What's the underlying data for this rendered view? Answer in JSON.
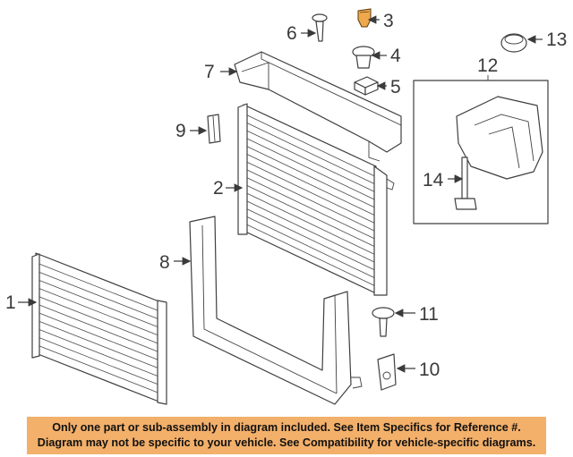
{
  "callouts": [
    {
      "id": "1",
      "label": "1"
    },
    {
      "id": "2",
      "label": "2"
    },
    {
      "id": "3",
      "label": "3"
    },
    {
      "id": "4",
      "label": "4"
    },
    {
      "id": "5",
      "label": "5"
    },
    {
      "id": "6",
      "label": "6"
    },
    {
      "id": "7",
      "label": "7"
    },
    {
      "id": "8",
      "label": "8"
    },
    {
      "id": "9",
      "label": "9"
    },
    {
      "id": "10",
      "label": "10"
    },
    {
      "id": "11",
      "label": "11"
    },
    {
      "id": "12",
      "label": "12"
    },
    {
      "id": "13",
      "label": "13"
    },
    {
      "id": "14",
      "label": "14"
    }
  ],
  "highlight_color": "#f0a84d",
  "disclaimer": {
    "line1": "Only one part or sub-assembly in diagram included. See Item Specifics for Reference #.",
    "line2": "Diagram may not be specific to your vehicle. See Compatibility for vehicle-specific diagrams.",
    "background": "#f3b06a"
  }
}
